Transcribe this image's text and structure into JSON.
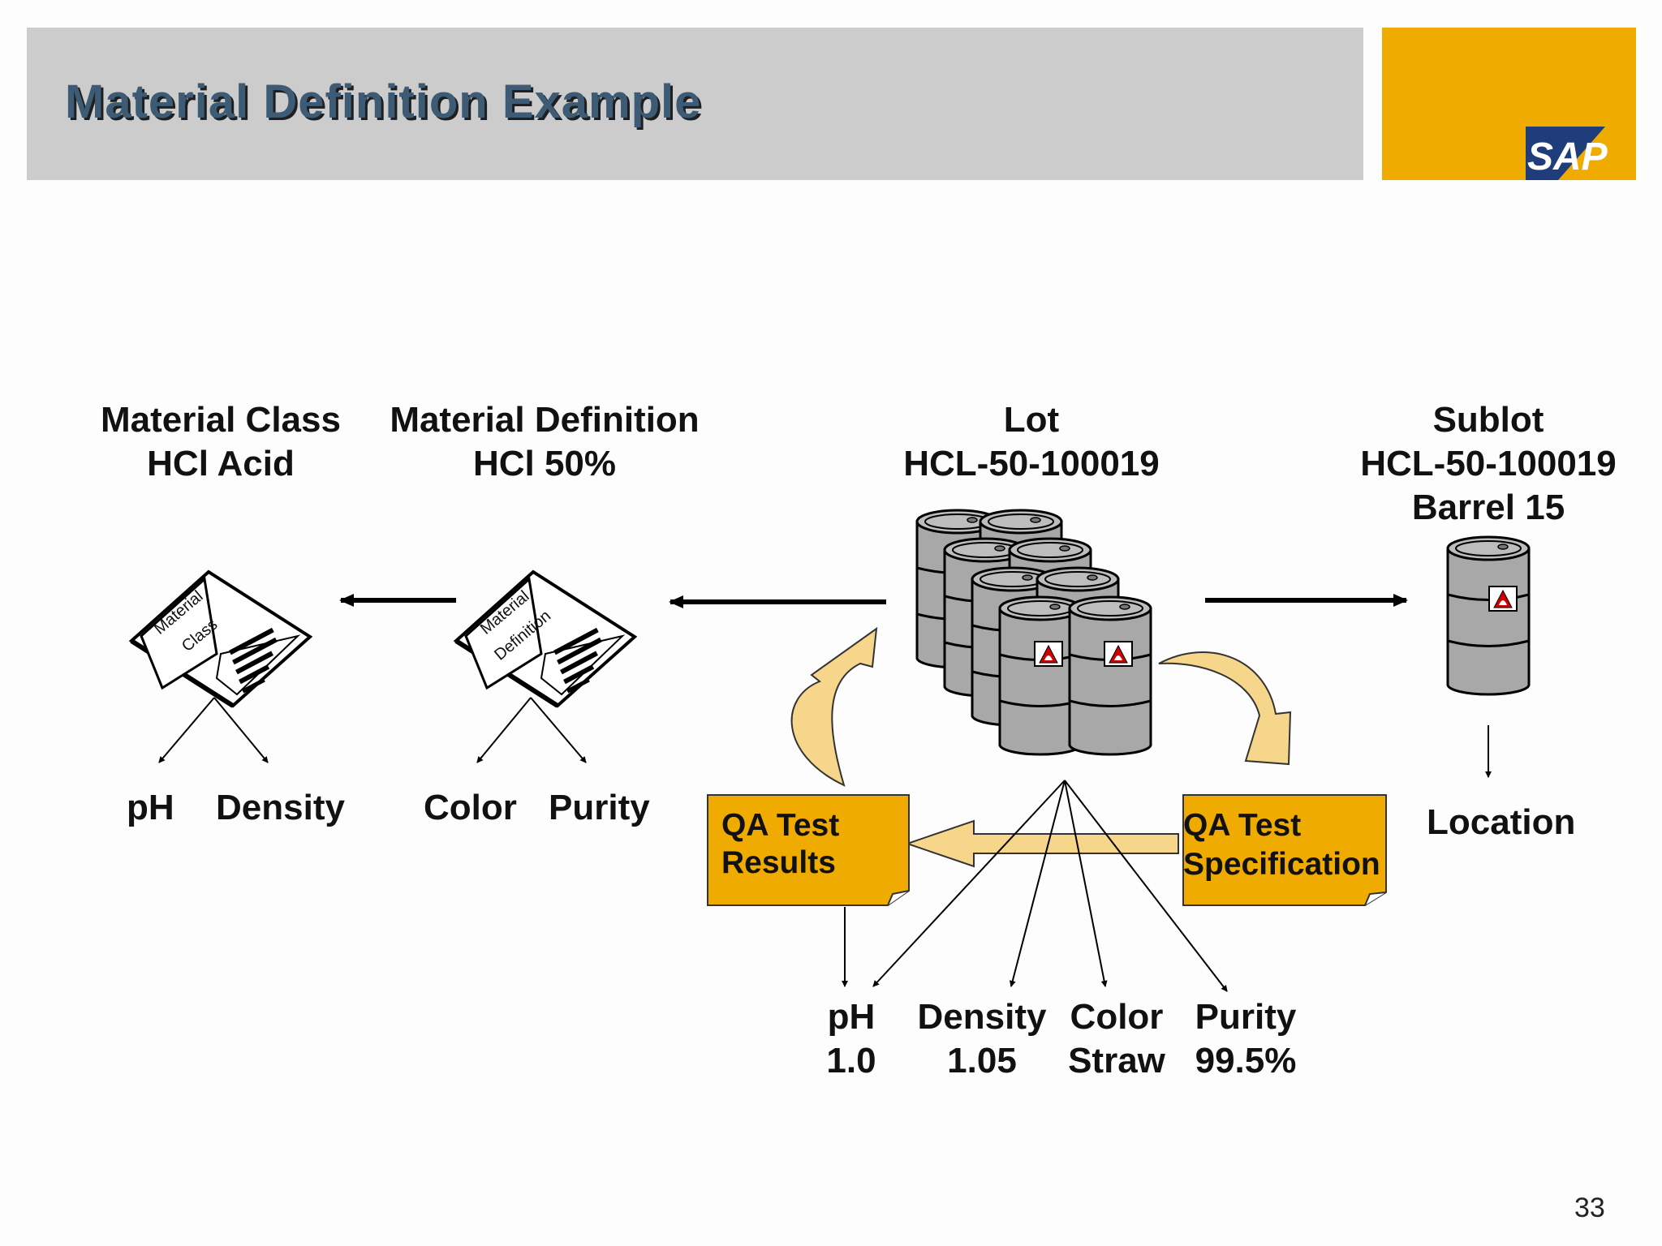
{
  "slide": {
    "title": "Material Definition Example",
    "page_number": "33",
    "logo_text": "SAP",
    "colors": {
      "header_gray": "#cccccd",
      "accent_gold": "#f0ab00",
      "title_blue": "#3d5b74",
      "logo_blue": "#1f3d7a",
      "arrow_fill": "#f6d68a",
      "barrel_gray": "#a8a8a8"
    }
  },
  "material_class": {
    "title": "Material Class",
    "name": "HCl Acid",
    "book_label_1": "Material",
    "book_label_2": "Class",
    "properties": [
      "pH",
      "Density"
    ]
  },
  "material_definition": {
    "title": "Material Definition",
    "name": "HCl 50%",
    "book_label_1": "Material",
    "book_label_2": "Definition",
    "properties": [
      "Color",
      "Purity"
    ]
  },
  "lot": {
    "title": "Lot",
    "id": "HCL-50-100019"
  },
  "sublot": {
    "title": "Sublot",
    "id": "HCL-50-100019",
    "container": "Barrel 15",
    "property": "Location"
  },
  "qa_results": {
    "line1": "QA Test",
    "line2": "Results"
  },
  "qa_spec": {
    "line1": "QA Test",
    "line2": "Specification"
  },
  "test_values": [
    {
      "name": "pH",
      "value": "1.0"
    },
    {
      "name": "Density",
      "value": "1.05"
    },
    {
      "name": "Color",
      "value": "Straw"
    },
    {
      "name": "Purity",
      "value": "99.5%"
    }
  ]
}
